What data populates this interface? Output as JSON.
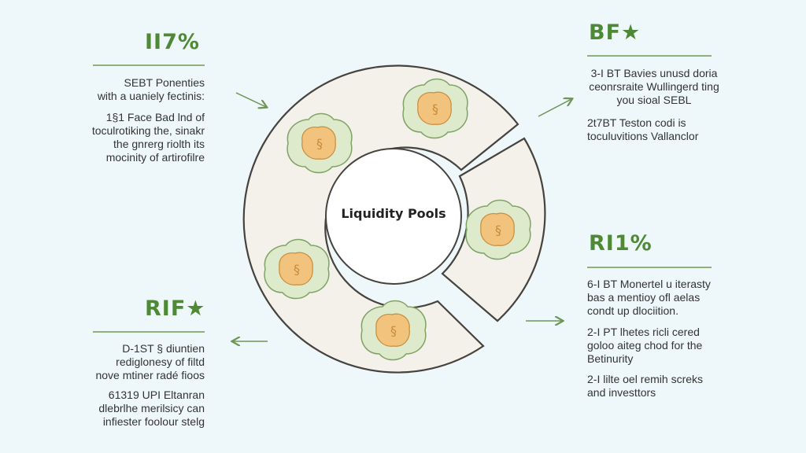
{
  "center": {
    "label": "Liquidity Pools"
  },
  "left_top": {
    "heading": "II7%",
    "lines_a": [
      "SEBT Ponenties",
      "with a uaniely fectinis:"
    ],
    "lines_b": [
      "1§1 Face Bad lnd of",
      "toculrotiking the, sinakr",
      "the gnrerg riolth its",
      "mocinity of artirofilre"
    ]
  },
  "left_bottom": {
    "heading": "RIF★",
    "lines_a": [
      "D-1ST § diuntien",
      "rediglonesy of filtd",
      "nove mtiner radé fioos"
    ],
    "lines_b": [
      "61319 UPI Eltanran",
      "dlebrlhe merilsicy can",
      "infiester foolour stelg"
    ]
  },
  "right_top": {
    "heading": "BF★",
    "lines_a": [
      "3-I BT Bavies unusd doria",
      "ceonrsraite Wullingerd ting",
      "you sioal SEBL"
    ],
    "lines_b": [
      "2t7BT Teston codi is",
      "toculuvitions Vallanclor"
    ]
  },
  "right_bottom": {
    "heading": "RI1%",
    "lines_a": [
      "6-I BT Monertel u iterasty",
      "bas a mentioy ofl aelas",
      "condt up dlociition."
    ],
    "lines_b": [
      "2-I PT lhetes ricli cered",
      "goloo aiteg chod for the",
      "Betinurity"
    ],
    "lines_c": [
      "2-I lilte oel remih screks",
      "and investtors"
    ]
  },
  "colors": {
    "heading": "#4e8a35",
    "ring_fill": "#f3f1ea",
    "ring_stroke": "#46433f",
    "coin_fill": "#f2c37d",
    "leaf_fill": "#ddebcc",
    "arrow": "#6d9558"
  },
  "icons": [
    "leaf-coin-icon",
    "arrow-icon"
  ]
}
